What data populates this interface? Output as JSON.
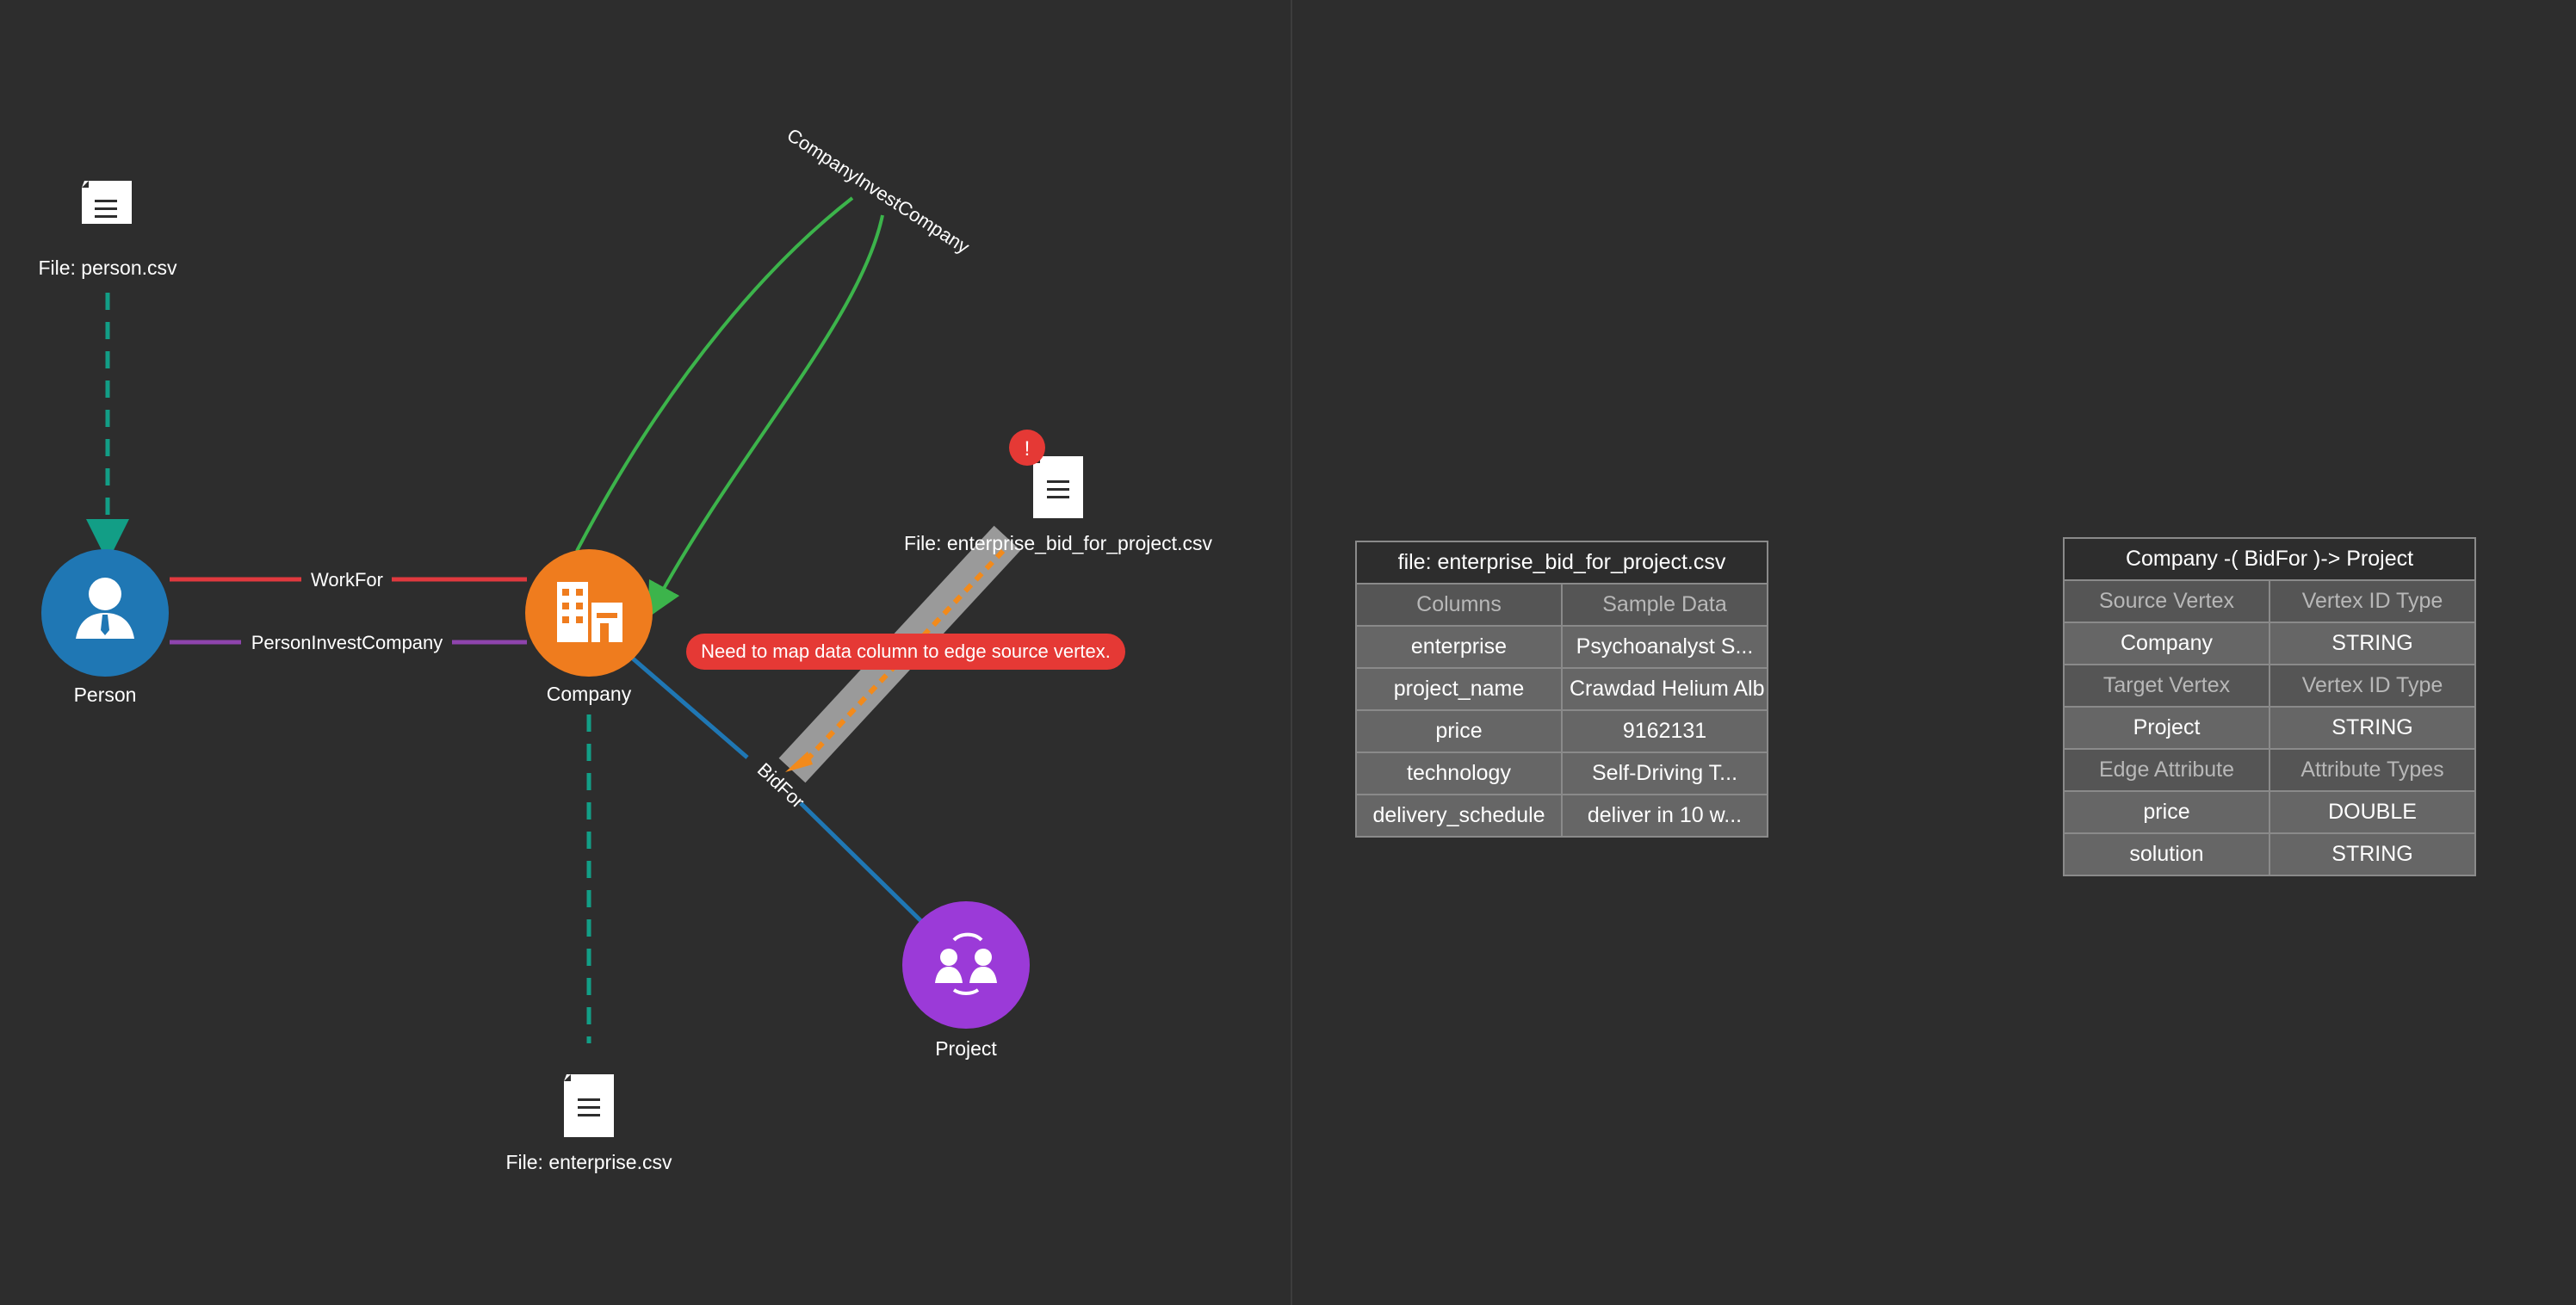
{
  "graph": {
    "files": {
      "person": "File: person.csv",
      "enterprise": "File: enterprise.csv",
      "bid": "File: enterprise_bid_for_project.csv"
    },
    "vertices": {
      "person": "Person",
      "company": "Company",
      "project": "Project"
    },
    "edges": {
      "work_for": "WorkFor",
      "person_invest": "PersonInvestCompany",
      "company_invest": "CompanyInvestCompany",
      "bid_for": "BidFor"
    },
    "warning_badge": "!",
    "error_message": "Need to map data column to edge source vertex."
  },
  "colors": {
    "background": "#2d2d2d",
    "person": "#1f77b4",
    "company": "#ef7c1e",
    "project": "#9b3ad8",
    "work_for": "#e0393e",
    "person_invest": "#8e44ad",
    "company_invest": "#3cb44b",
    "bid_for": "#1f77b4",
    "file_link": "#129e86",
    "error": "#e53935"
  },
  "file_table": {
    "title": "file: enterprise_bid_for_project.csv",
    "header": [
      "Columns",
      "Sample Data"
    ],
    "rows": [
      [
        "enterprise",
        "Psychoanalyst S..."
      ],
      [
        "project_name",
        "Crawdad Helium Alb"
      ],
      [
        "price",
        "9162131"
      ],
      [
        "technology",
        "Self-Driving T..."
      ],
      [
        "delivery_schedule",
        "deliver in 10 w..."
      ]
    ]
  },
  "mapping_table": {
    "title": "Company -( BidFor )-> Project",
    "source_header": [
      "Source Vertex",
      "Vertex ID Type"
    ],
    "source_row": [
      "Company",
      "STRING"
    ],
    "target_header": [
      "Target Vertex",
      "Vertex ID Type"
    ],
    "target_row": [
      "Project",
      "STRING"
    ],
    "attr_header": [
      "Edge Attribute",
      "Attribute Types"
    ],
    "attr_rows": [
      [
        "price",
        "DOUBLE"
      ],
      [
        "solution",
        "STRING"
      ]
    ]
  }
}
